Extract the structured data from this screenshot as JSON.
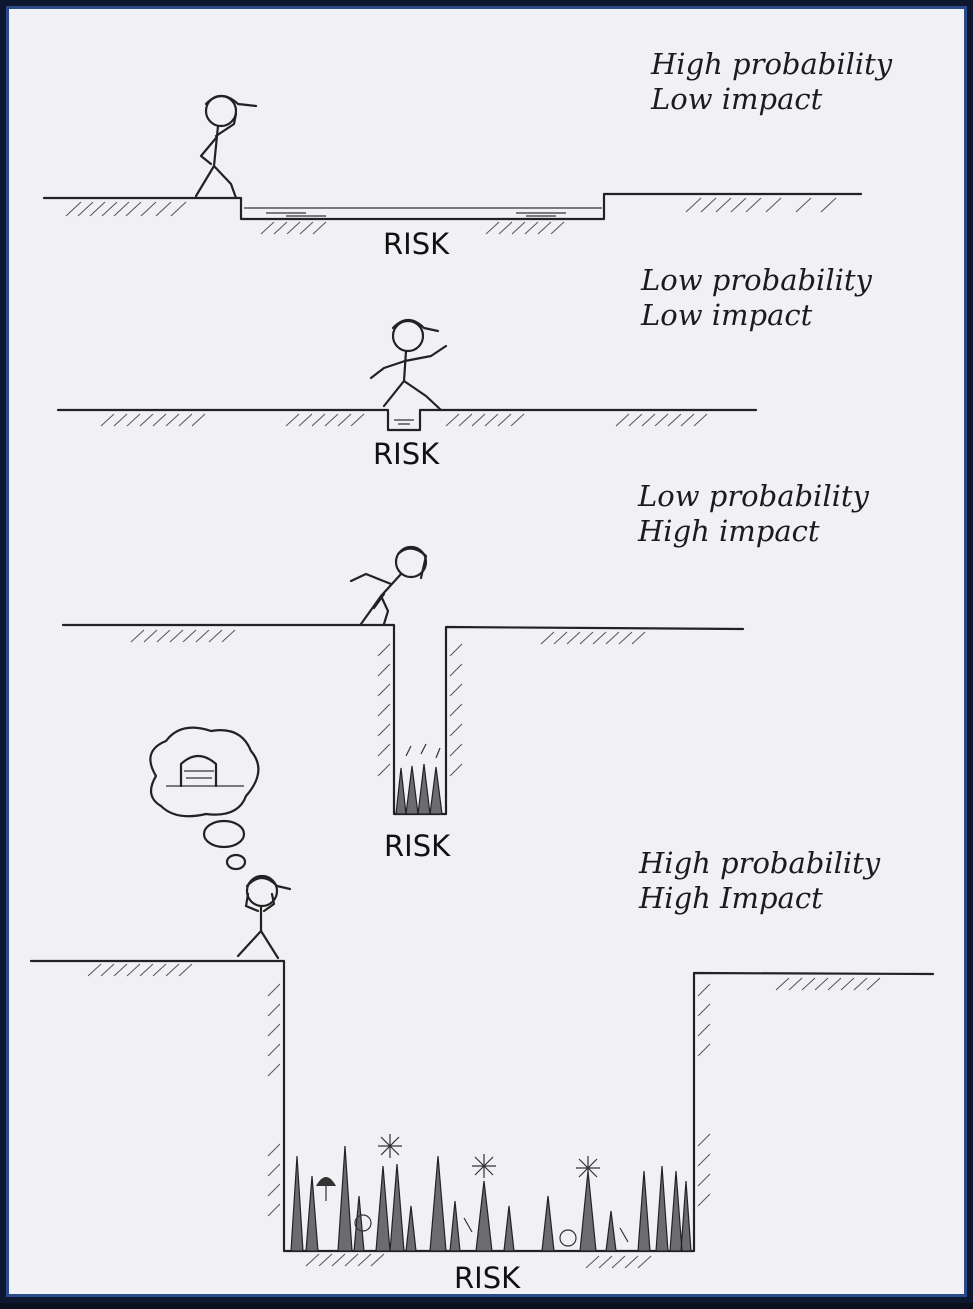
{
  "panels": [
    {
      "caption_line1": "High probability",
      "caption_line2": "Low impact",
      "hazard_label": "RISK"
    },
    {
      "caption_line1": "Low probability",
      "caption_line2": "Low impact",
      "hazard_label": "RISK"
    },
    {
      "caption_line1": "Low probability",
      "caption_line2": "High impact",
      "hazard_label": "RISK"
    },
    {
      "caption_line1": "High probability",
      "caption_line2": "High Impact",
      "hazard_label": "RISK"
    }
  ],
  "colors": {
    "paper": "#f1f0f4",
    "ink": "#222222",
    "frame": "#0d1730"
  }
}
